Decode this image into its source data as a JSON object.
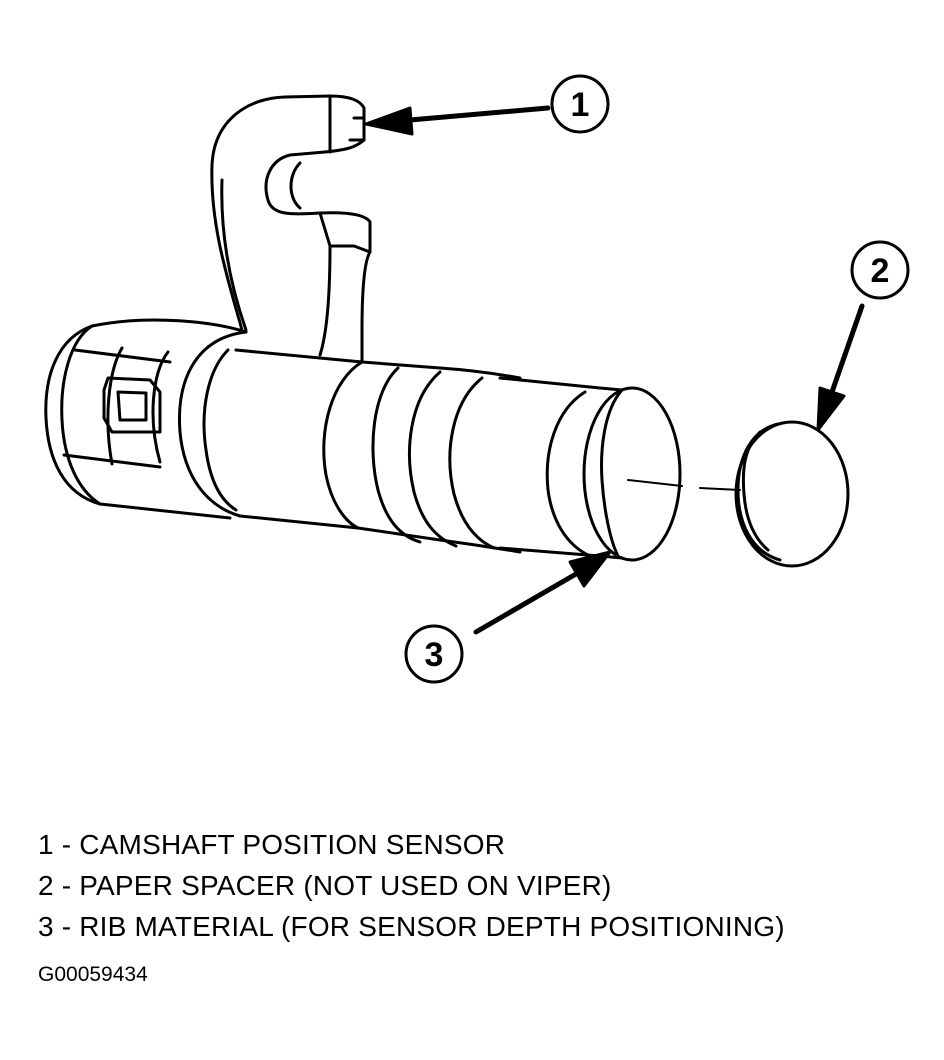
{
  "callouts": {
    "c1": "1",
    "c2": "2",
    "c3": "3"
  },
  "legend": [
    "1 - CAMSHAFT POSITION SENSOR",
    "2 - PAPER SPACER (NOT USED ON VIPER)",
    "3 - RIB MATERIAL (FOR SENSOR DEPTH POSITIONING)"
  ],
  "figure_id": "G00059434",
  "colors": {
    "ink": "#000000",
    "paper": "#ffffff"
  }
}
